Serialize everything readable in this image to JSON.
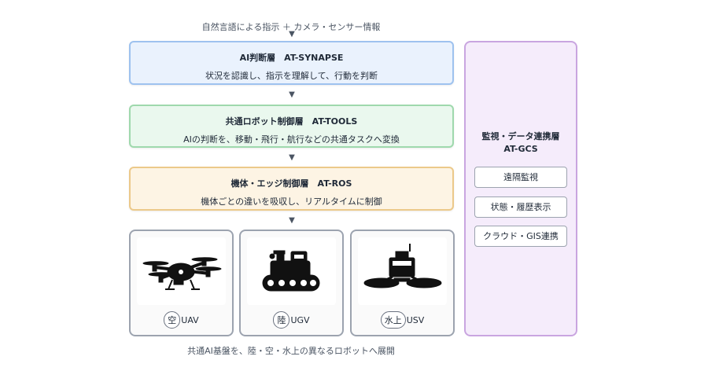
{
  "top_caption": "自然言語による指示 ＋ カメラ・センサー情報",
  "arrow_glyph": "▼",
  "layers": [
    {
      "title": "AI判断層　AT-SYNAPSE",
      "desc": "状況を認識し、指示を理解して、行動を判断"
    },
    {
      "title": "共通ロボット制御層　AT-TOOLS",
      "desc": "AIの判断を、移動・飛行・航行などの共通タスクへ変換"
    },
    {
      "title": "機体・エッジ制御層　AT-ROS",
      "desc": "機体ごとの違いを吸収し、リアルタイムに制御"
    }
  ],
  "robots": [
    {
      "kanji": "空",
      "name": "UAV",
      "icon": "drone-icon"
    },
    {
      "kanji": "陸",
      "name": "UGV",
      "icon": "ground-robot-icon"
    },
    {
      "kanji": "水上",
      "name": "USV",
      "icon": "boat-robot-icon"
    }
  ],
  "gcs": {
    "title_line1": "監視・データ連携層",
    "title_line2": "AT-GCS",
    "items": [
      "遠隔監視",
      "状態・履歴表示",
      "クラウド・GIS連携"
    ]
  },
  "bottom_caption": "共通AI基盤を、陸・空・水上の異なるロボットへ展開"
}
